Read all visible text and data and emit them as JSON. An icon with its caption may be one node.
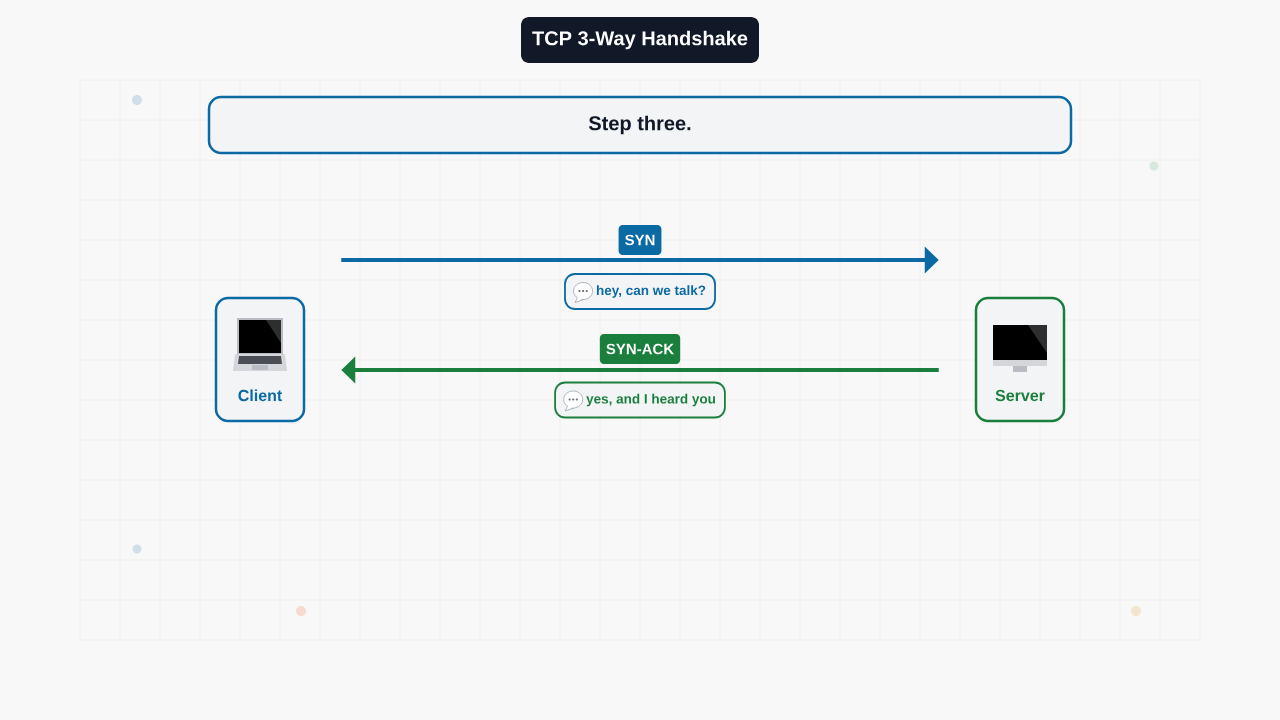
{
  "diagram": {
    "title": "TCP 3-Way Handshake",
    "nodes": [
      {
        "text": [
          "Step three."
        ]
      },
      {
        "text": [
          "Client"
        ]
      },
      {
        "text": [
          "Server"
        ]
      },
      {
        "text": [
          "hey, can we talk?"
        ]
      },
      {
        "text": [
          "yes, and I heard you"
        ]
      }
    ],
    "edges": [
      {
        "from": 1,
        "to": 2,
        "arrow": "to",
        "label": "SYN",
        "color": "#0b69a3"
      },
      {
        "from": 2,
        "to": 1,
        "arrow": "to",
        "label": "SYN-ACK",
        "color": "#1a7f3c"
      }
    ]
  }
}
